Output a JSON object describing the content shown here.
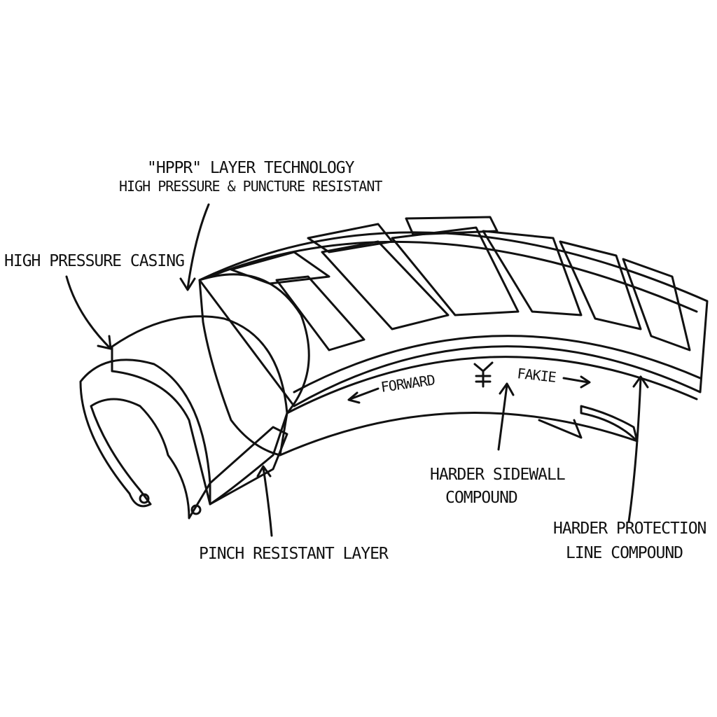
{
  "labels": {
    "hppr_line1": "\"HPPR\" LAYER TECHNOLOGY",
    "hppr_line2": "HIGH PRESSURE & PUNCTURE RESISTANT",
    "casing": "HIGH PRESSURE CASING",
    "direction_forward": "FORWARD",
    "direction_fakie": "FAKIE",
    "sidewall_line1": "HARDER SIDEWALL",
    "sidewall_line2": "COMPOUND",
    "protection_line1": "HARDER PROTECTION",
    "protection_line2": "LINE COMPOUND",
    "pinch": "PINCH RESISTANT LAYER"
  },
  "colors": {
    "ink": "#111111",
    "paper": "#ffffff"
  }
}
